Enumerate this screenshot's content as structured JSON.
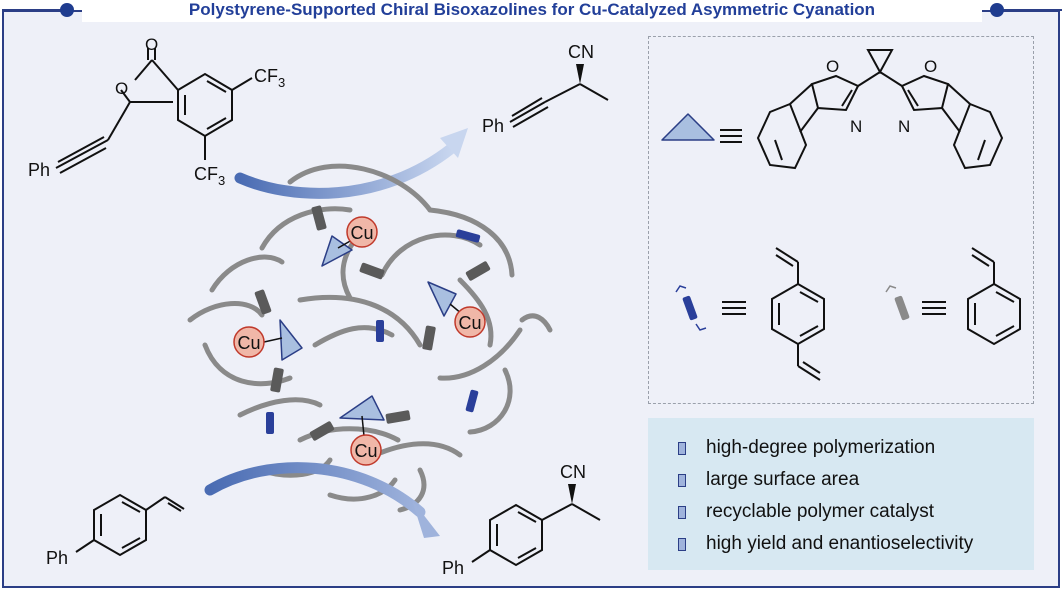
{
  "title": "Polystyrene-Supported Chiral Bisoxazolines for Cu-Catalyzed Asymmetric Cyanation",
  "labels": {
    "ph": "Ph",
    "cf3": "CF",
    "cf3_sub": "3",
    "cn": "CN",
    "o": "O",
    "n": "N",
    "cu": "Cu"
  },
  "features": [
    "high-degree polymerization",
    "large surface area",
    "recyclable polymer catalyst",
    "high yield and enantioselectivity"
  ],
  "colors": {
    "frame": "#2b3e86",
    "title": "#223f99",
    "polymer": "#8a8a8a",
    "linker_dark": "#5a5a5a",
    "linker_blue": "#2a3f9a",
    "triangle_fill": "#a9bfe0",
    "cu_fill": "#f0b7a8",
    "cu_stroke": "#c0392b",
    "arrow": "#6f8fc8",
    "features_bg": "#d7e8f2"
  }
}
